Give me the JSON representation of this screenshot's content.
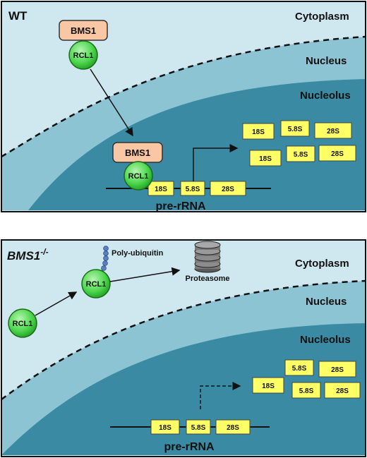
{
  "panel_wt": {
    "title": "WT",
    "regions": {
      "cytoplasm": "Cytoplasm",
      "nucleus": "Nucleus",
      "nucleolus": "Nucleolus"
    },
    "bms1_top": "BMS1",
    "rcl1_top": "RCL1",
    "bms1_bound": "BMS1",
    "rcl1_bound": "RCL1",
    "genes": [
      "18S",
      "5.8S",
      "28S"
    ],
    "pre_rrna": "pre-rRNA",
    "products": [
      "18S",
      "5.8S",
      "28S",
      "18S",
      "5.8S",
      "28S"
    ]
  },
  "panel_ko": {
    "title_main": "BMS1",
    "title_sup": "-/-",
    "regions": {
      "cytoplasm": "Cytoplasm",
      "nucleus": "Nucleus",
      "nucleolus": "Nucleolus"
    },
    "rcl1_free": "RCL1",
    "rcl1_ub": "RCL1",
    "poly_ubiquitin": "Poly-ubiquitin",
    "proteasome": "Proteasome",
    "genes": [
      "18S",
      "5.8S",
      "28S"
    ],
    "pre_rrna": "pre-rRNA",
    "products": [
      "5.8S",
      "28S",
      "18S",
      "5.8S",
      "28S"
    ]
  },
  "colors": {
    "cytoplasm": "#cfe8ef",
    "nucleus": "#8cc4d4",
    "nucleolus": "#3b8aa3",
    "bms1": "#f9c7a4",
    "rcl1": "#4fd84f",
    "rrna_box": "#ffff66",
    "ubiquitin": "#5b7fc0",
    "proteasome": "#7a7a7a"
  }
}
